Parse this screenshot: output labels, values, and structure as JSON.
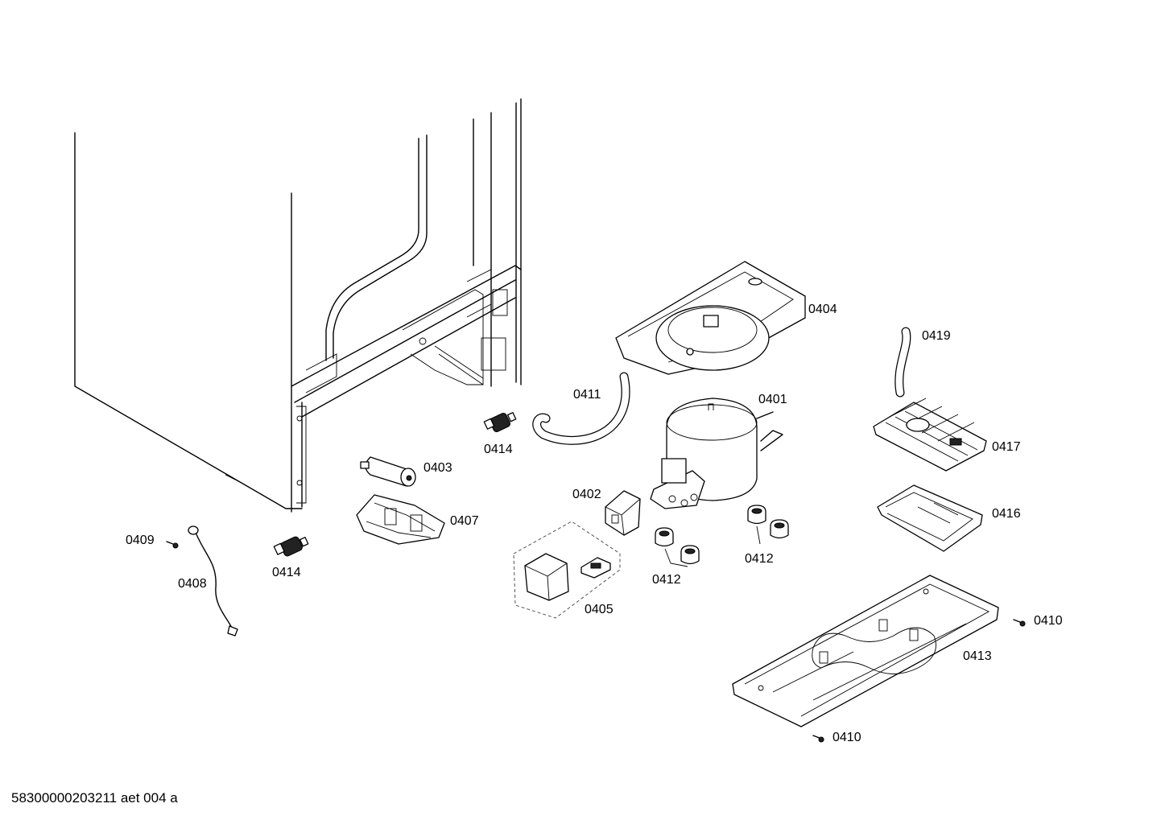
{
  "labels": {
    "p0401": "0401",
    "p0402": "0402",
    "p0403": "0403",
    "p0404": "0404",
    "p0405": "0405",
    "p0407": "0407",
    "p0408": "0408",
    "p0409": "0409",
    "p0410_right": "0410",
    "p0410_bottom": "0410",
    "p0411": "0411",
    "p0412_left": "0412",
    "p0412_right": "0412",
    "p0413": "0413",
    "p0414_left": "0414",
    "p0414_top": "0414",
    "p0416": "0416",
    "p0417": "0417",
    "p0419": "0419"
  },
  "footer": {
    "document_id": "58300000203211 aet 004 a"
  }
}
